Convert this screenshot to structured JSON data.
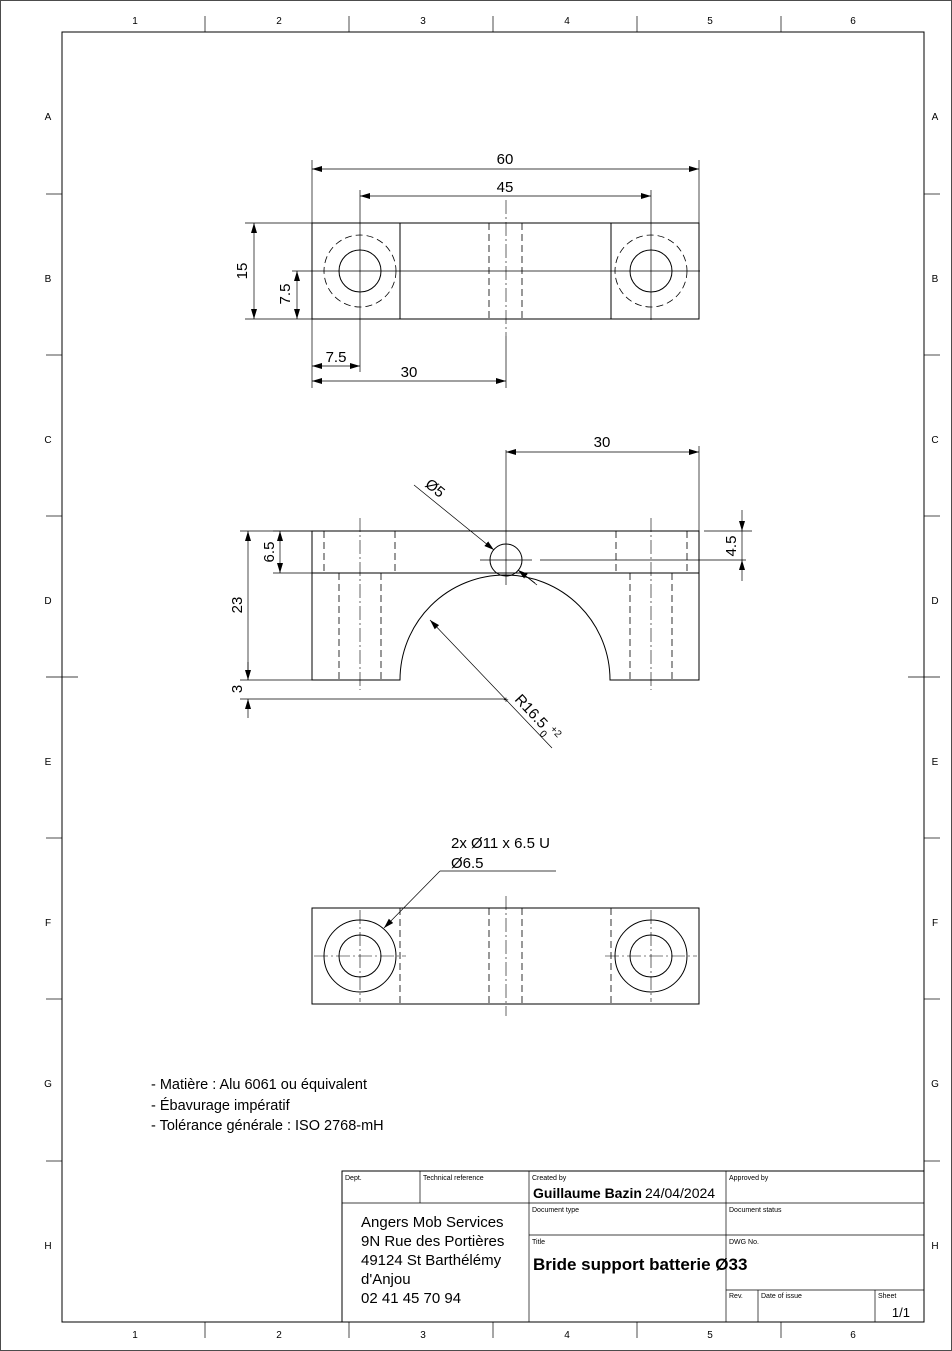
{
  "zones": {
    "columns": [
      "1",
      "2",
      "3",
      "4",
      "5",
      "6"
    ],
    "rows": [
      "A",
      "B",
      "C",
      "D",
      "E",
      "F",
      "G",
      "H"
    ]
  },
  "dimensions": {
    "top_view": {
      "width_overall": "60",
      "hole_spacing": "45",
      "height": "15",
      "hole_center_y": "7.5",
      "hole_center_x": "7.5",
      "center_offset": "30"
    },
    "front_view": {
      "half_width": "30",
      "cross_hole": "Ø5",
      "upper_height": "6.5",
      "cross_hole_center": "4.5",
      "total_height": "23",
      "base_offset": "3",
      "radius": "R16.5",
      "tol_upper": "+2",
      "tol_lower": "0"
    },
    "bottom_view": {
      "counterbore": "2x Ø11 x 6.5 U",
      "through_hole": "Ø6.5"
    }
  },
  "notes": [
    "- Matière : Alu 6061 ou équivalent",
    "- Ébavurage impératif",
    "- Tolérance générale : ISO 2768-mH"
  ],
  "title_block": {
    "dept_label": "Dept.",
    "tech_ref_label": "Technical reference",
    "created_by_label": "Created by",
    "created_by": "Guillaume Bazin",
    "date": "24/04/2024",
    "approved_by_label": "Approved by",
    "document_type_label": "Document type",
    "document_status_label": "Document status",
    "title_label": "Title",
    "title": "Bride support batterie Ø33",
    "dwg_label": "DWG No.",
    "rev_label": "Rev.",
    "date_issue_label": "Date of issue",
    "sheet_label": "Sheet",
    "sheet": "1/1",
    "company": [
      "Angers Mob Services",
      "9N Rue des Portières",
      "49124 St Barthélémy",
      "d'Anjou",
      "02 41 45 70 94"
    ]
  }
}
